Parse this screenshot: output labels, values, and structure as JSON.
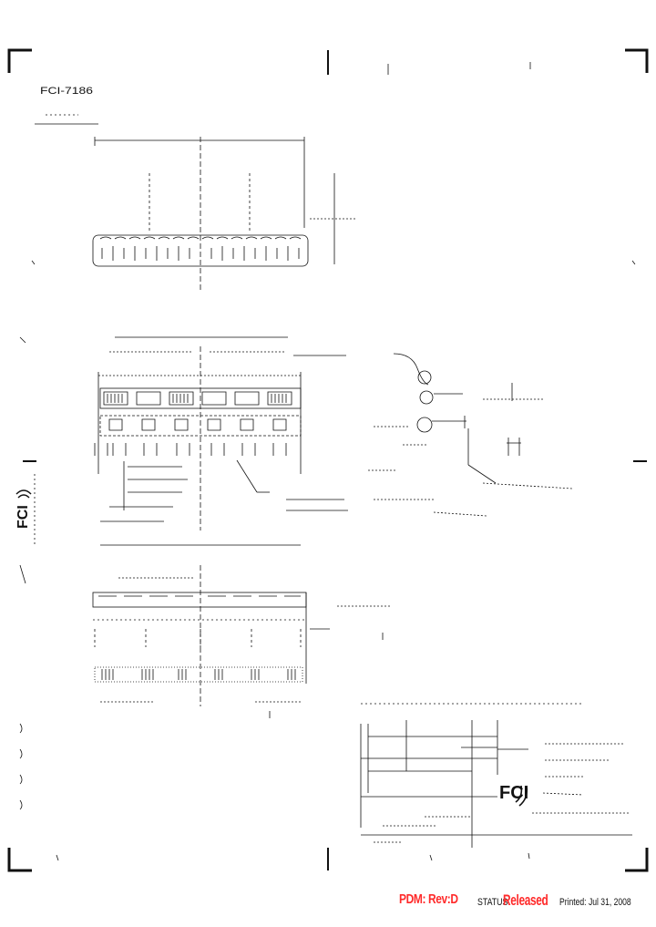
{
  "drawing": {
    "header_code": "FCI-7186",
    "brand_logo": "FCI"
  },
  "footer": {
    "pdm": "PDM: Rev:D",
    "status_label": "STATUS",
    "status_value": "Released",
    "printed": "Printed: Jul 31, 2008"
  },
  "colors": {
    "ink": "#111111",
    "stamp_red": "#ff2a2a",
    "paper": "#ffffff"
  }
}
